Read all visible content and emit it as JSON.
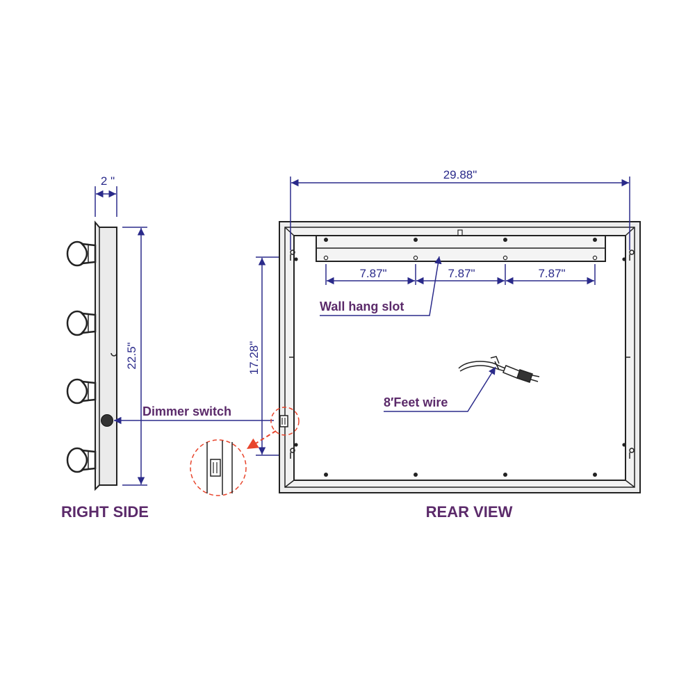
{
  "labels": {
    "side_width": "2 \"",
    "side_height": "22.5\"",
    "switch_height": "17.28\"",
    "dimmer_switch": "Dimmer switch",
    "rear_width": "29.88\"",
    "slot_spacing_1": "7.87\"",
    "slot_spacing_2": "7.87\"",
    "slot_spacing_3": "7.87\"",
    "wall_hang_slot": "Wall hang slot",
    "feet_wire": "8′Feet wire",
    "right_side": "RIGHT SIDE",
    "rear_view": "REAR VIEW"
  },
  "colors": {
    "dimension": "#2a2a8a",
    "callout_text": "#5b2a6a",
    "highlight": "#e8452c",
    "outline": "#222222",
    "panel_fill": "#ededed"
  }
}
